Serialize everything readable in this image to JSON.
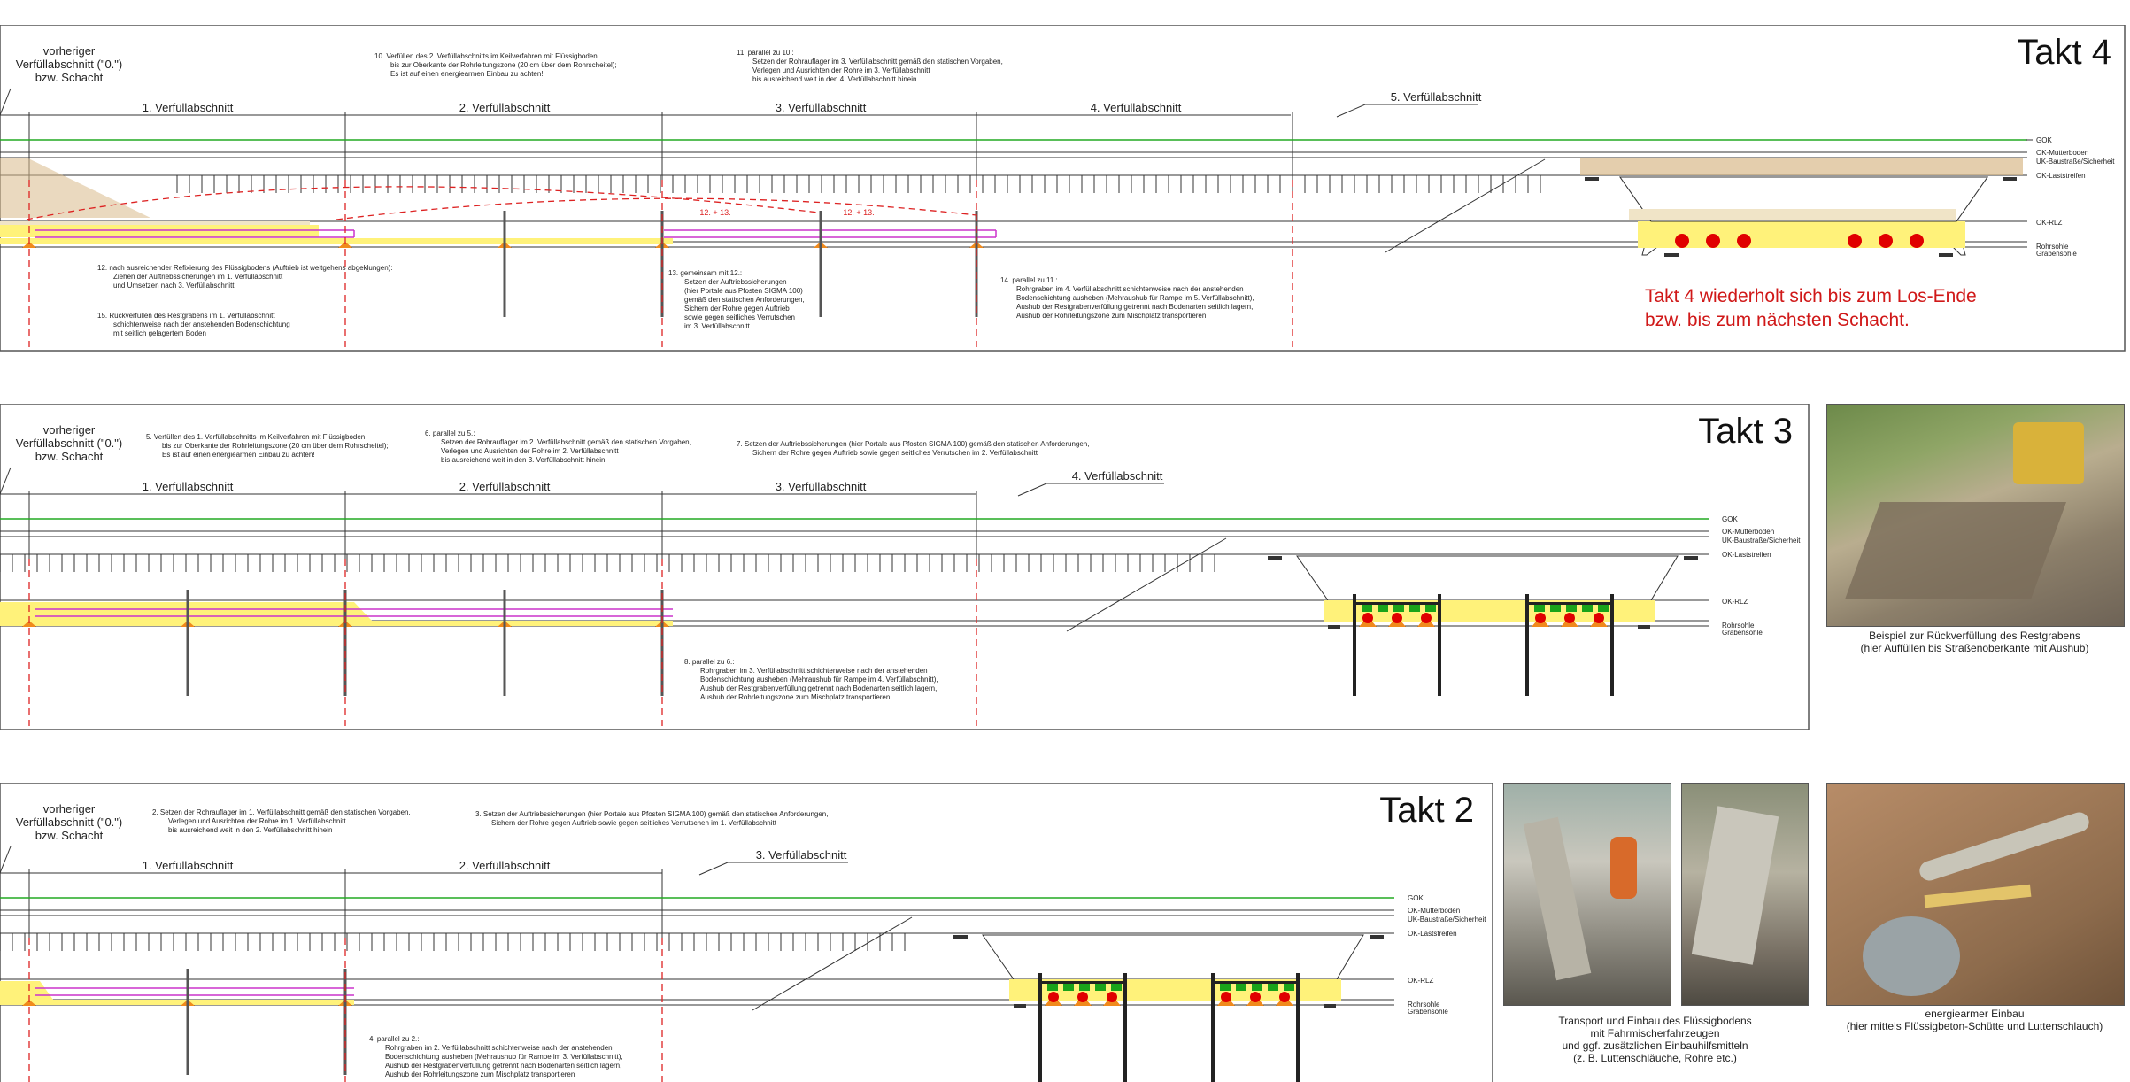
{
  "colors": {
    "gok": "#22aa22",
    "fill_yellow": "#fff27a",
    "pipe_magenta": "#cc33cc",
    "dashed_red": "#dd2222",
    "note_red": "#d01818",
    "pipe_red": "#e00000",
    "strut_green": "#1aa31a",
    "ground_brown": "#d9b98a",
    "lager_orange": "#f08a1c"
  },
  "level_labels": [
    "GOK",
    "OK-Mutterboden",
    "UK-Baustraße/Sicherheit",
    "OK-Laststreifen",
    "OK-RLZ",
    "Rohrsohle",
    "Grabensohle"
  ],
  "takt4": {
    "title": "Takt 4",
    "prev_label": [
      "vorheriger",
      "Verfüllabschnitt (\"0.\")",
      "bzw. Schacht"
    ],
    "sections": [
      "1. Verfüllabschnitt",
      "2. Verfüllabschnitt",
      "3. Verfüllabschnitt",
      "4. Verfüllabschnitt",
      "5. Verfüllabschnitt"
    ],
    "arc_label": "12. + 13.",
    "notes": {
      "n10": [
        "10.  Verfüllen des 2. Verfüllabschnitts im Keilverfahren mit Flüssigboden",
        "bis zur Oberkante der Rohrleitungszone (20 cm über dem Rohrscheitel);",
        "Es ist auf einen energiearmen Einbau zu achten!"
      ],
      "n11": [
        "11.  parallel zu 10.:",
        "Setzen der Rohrauflager im 3. Verfüllabschnitt gemäß den statischen Vorgaben,",
        "Verlegen und Ausrichten der Rohre im 3. Verfüllabschnitt",
        "bis ausreichend weit in den 4. Verfüllabschnitt hinein"
      ],
      "n12": [
        "12.  nach ausreichender Refixierung des Flüssigbodens (Auftrieb ist weitgehens abgeklungen):",
        "Ziehen der Auftriebssicherungen im 1. Verfüllabschnitt",
        "und Umsetzen nach 3. Verfüllabschnitt"
      ],
      "n13": [
        "13.  gemeinsam mit 12.:",
        "Setzen der Auftriebssicherungen",
        "(hier Portale aus Pfosten SIGMA 100)",
        "gemäß den statischen Anforderungen,",
        "Sichern der Rohre gegen Auftrieb",
        "sowie gegen seitliches Verrutschen",
        "im 3. Verfüllabschnitt"
      ],
      "n14": [
        "14.  parallel zu 11.:",
        "Rohrgraben im 4. Verfüllabschnitt schichtenweise nach der anstehenden",
        "Bodenschichtung ausheben (Mehraushub für Rampe im 5. Verfüllabschnitt),",
        "Aushub der Restgrabenverfüllung getrennt nach Bodenarten seitlich lagern,",
        "Aushub der Rohrleitungszone zum Mischplatz transportieren"
      ],
      "n15": [
        "15.  Rückverfüllen des Restgrabens im 1. Verfüllabschnitt",
        "schichtenweise nach der anstehenden Bodenschichtung",
        "mit seitlich gelagertem Boden"
      ]
    },
    "repeat_note": [
      "Takt 4 wiederholt sich bis zum Los-Ende",
      "bzw. bis zum nächsten Schacht."
    ]
  },
  "takt3": {
    "title": "Takt 3",
    "prev_label": [
      "vorheriger",
      "Verfüllabschnitt (\"0.\")",
      "bzw. Schacht"
    ],
    "sections": [
      "1. Verfüllabschnitt",
      "2. Verfüllabschnitt",
      "3. Verfüllabschnitt",
      "4. Verfüllabschnitt"
    ],
    "notes": {
      "n5": [
        "5.   Verfüllen des 1. Verfüllabschnitts im Keilverfahren mit Flüssigboden",
        "bis zur Oberkante der Rohrleitungszone (20 cm über dem Rohrscheitel);",
        "Es ist auf einen energiearmen Einbau zu achten!"
      ],
      "n6": [
        "6.   parallel zu 5.:",
        "Setzen der Rohrauflager im 2. Verfüllabschnitt gemäß den statischen Vorgaben,",
        "Verlegen und Ausrichten der Rohre im 2. Verfüllabschnitt",
        "bis ausreichend weit in den 3. Verfüllabschnitt hinein"
      ],
      "n7": [
        "7.   Setzen der Auftriebssicherungen (hier Portale aus Pfosten SIGMA 100) gemäß den statischen Anforderungen,",
        "Sichern der Rohre gegen Auftrieb sowie gegen seitliches Verrutschen im 2. Verfüllabschnitt"
      ],
      "n8": [
        "8.   parallel zu 6.:",
        "Rohrgraben im 3. Verfüllabschnitt schichtenweise nach der anstehenden",
        "Bodenschichtung ausheben (Mehraushub für Rampe im 4. Verfüllabschnitt),",
        "Aushub der Restgrabenverfüllung getrennt nach Bodenarten seitlich lagern,",
        "Aushub der Rohrleitungszone zum Mischplatz transportieren"
      ]
    }
  },
  "takt2": {
    "title": "Takt 2",
    "prev_label": [
      "vorheriger",
      "Verfüllabschnitt (\"0.\")",
      "bzw. Schacht"
    ],
    "sections": [
      "1. Verfüllabschnitt",
      "2. Verfüllabschnitt",
      "3. Verfüllabschnitt"
    ],
    "notes": {
      "n2": [
        "2.   Setzen der Rohrauflager im 1. Verfüllabschnitt gemäß den statischen Vorgaben,",
        "Verlegen und Ausrichten der Rohre im 1. Verfüllabschnitt",
        "bis ausreichend weit in den 2. Verfüllabschnitt hinein"
      ],
      "n3": [
        "3.   Setzen der Auftriebssicherungen (hier Portale aus Pfosten SIGMA 100) gemäß den statischen Anforderungen,",
        "Sichern der Rohre gegen Auftrieb sowie gegen seitliches Verrutschen im 1. Verfüllabschnitt"
      ],
      "n4": [
        "4.   parallel zu 2.:",
        "Rohrgraben im 2. Verfüllabschnitt schichtenweise nach der anstehenden",
        "Bodenschichtung ausheben (Mehraushub für Rampe im 3. Verfüllabschnitt),",
        "Aushub der Restgrabenverfüllung getrennt nach Bodenarten seitlich lagern,",
        "Aushub der Rohrleitungszone zum Mischplatz transportieren"
      ]
    }
  },
  "photos": {
    "p1_caption": [
      "Beispiel zur Rückverfüllung des Restgrabens",
      "(hier Auffüllen bis Straßenoberkante mit Aushub)"
    ],
    "p2_caption": [
      "Transport und Einbau des Flüssigbodens",
      "mit Fahrmischerfahrzeugen",
      "und ggf. zusätzlichen Einbauhilfsmitteln",
      "(z. B. Luttenschläuche, Rohre etc.)"
    ],
    "p3_caption": [
      "energiearmer Einbau",
      "(hier mittels Flüssigbeton-Schütte und Luttenschlauch)"
    ]
  }
}
